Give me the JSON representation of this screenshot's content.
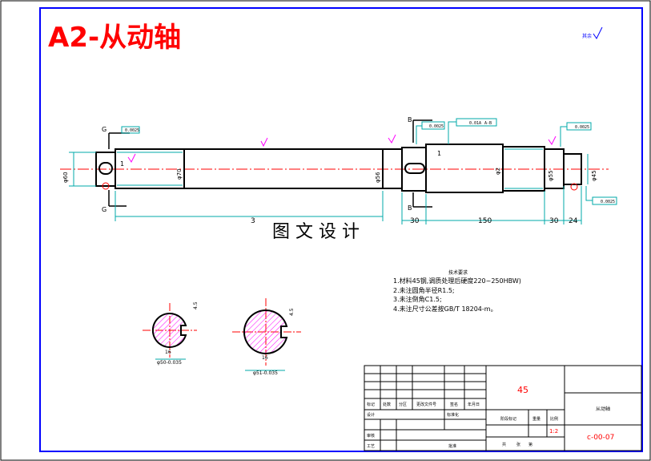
{
  "header": {
    "title": "A2-从动轴"
  },
  "roughness_note": {
    "label": "其余"
  },
  "section_letters": {
    "g_top": "G",
    "g_bottom": "G",
    "b_top": "B",
    "b_bottom": "B"
  },
  "dimensions": {
    "d30": "30",
    "d150": "150",
    "d30b": "30",
    "d24": "24",
    "left_dia": "φ60",
    "main_dia": "φ70",
    "mid_dia": "φ56",
    "right_dia": "φ55",
    "end_dia": "φ45",
    "collar_dia": "φ2",
    "key_w1": "1",
    "key_w2": "1",
    "left_len": "3"
  },
  "tolerance_frames": {
    "f1": "0.0025",
    "f2": "0.01A",
    "f3": "A-B",
    "f4": "0.0025",
    "f5": "0.0025",
    "f6": "0.0025"
  },
  "watermark": {
    "text": "图 文 设 计"
  },
  "technical_requirements": {
    "title": "技术要求",
    "items": [
      "1.材料45钢,调质处理后硬度220~250HBW)",
      "2.未注圆角半径R1.5;",
      "3.未注倒角C1.5;",
      "4.未注尺寸公差按GB/T 18204-m。"
    ]
  },
  "sections": {
    "left": {
      "width": "16",
      "dia": "φ50-0.035",
      "depth": "4.5"
    },
    "right": {
      "width": "16",
      "dia": "φ51-0.035",
      "depth": "4.5"
    }
  },
  "title_block": {
    "material": "45",
    "part_name": "从动轴",
    "drawing_no": "c-00-07",
    "scale": "1:2",
    "labels": {
      "mark": "标记",
      "count": "处数",
      "zone": "分区",
      "change_no": "更改文件号",
      "sign": "签名",
      "date": "年月日",
      "design": "设计",
      "standard": "标准化",
      "stage": "阶段标记",
      "weight": "重量",
      "ratio": "比例",
      "check": "审核",
      "process": "工艺",
      "approve": "批准",
      "sheet": "共",
      "of": "张",
      "page": "第"
    }
  }
}
